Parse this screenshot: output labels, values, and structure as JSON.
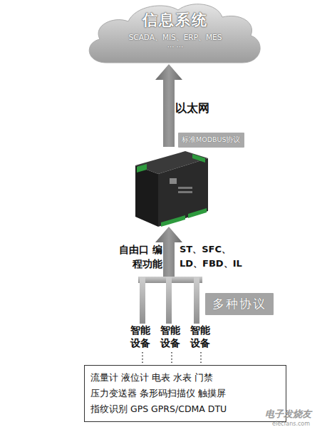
{
  "diagram": {
    "nodes": [
      {
        "text": [
          "信息系统",
          "SCADA、MIS、ERP、MES",
          "··· ···"
        ]
      },
      {
        "text": [
          "标准MODBUS协议"
        ]
      },
      {
        "text": [
          "多种协议"
        ]
      },
      {
        "text": [
          "流量计 液位计 电表 水表 门禁",
          "压力变送器 条形码扫描仪 触摸屏",
          "指纹识别 GPS GPRS/CDMA DTU"
        ]
      }
    ],
    "labels": [
      "以太网",
      "自由口 编程功能",
      "ST、SFC、 LD、FBD、IL",
      "智能 设备",
      "智能 设备",
      "智能 设备",
      "电子发烧友",
      "elecfans.com"
    ]
  }
}
